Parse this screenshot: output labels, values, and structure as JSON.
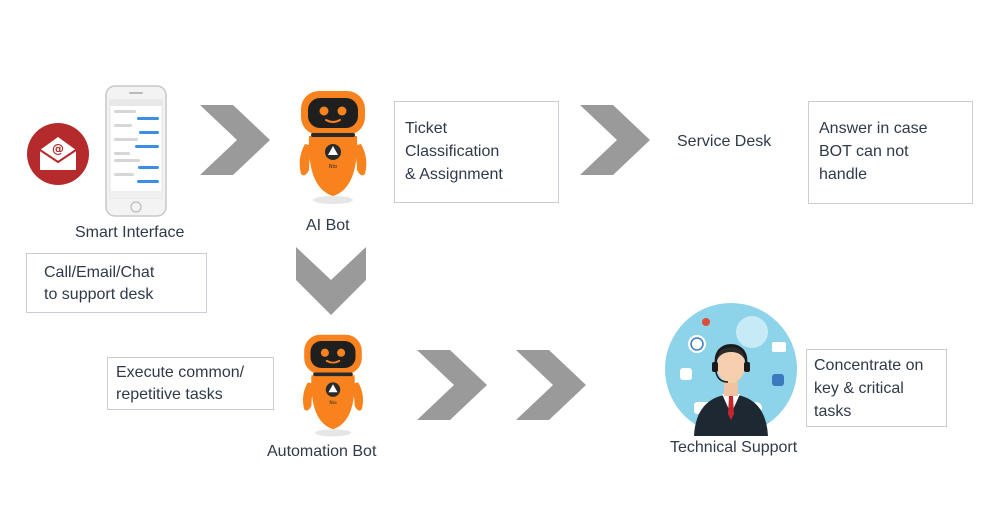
{
  "nodes": {
    "smart_interface": "Smart Interface",
    "ai_bot": "AI Bot",
    "service_desk": "Service Desk",
    "automation_bot": "Automation Bot",
    "technical_support": "Technical Support"
  },
  "boxes": {
    "call_email_chat": [
      "Call/Email/Chat",
      "to support desk"
    ],
    "ticket": [
      "Ticket",
      "Classification",
      "& Assignment"
    ],
    "answer": [
      "Answer in case",
      "BOT can not",
      "handle"
    ],
    "execute": [
      "Execute common/",
      "repetitive tasks"
    ],
    "concentrate": [
      "Concentrate on",
      "key & critical",
      "tasks"
    ]
  },
  "bot_badge_text": "Nio",
  "colors": {
    "arrow": "#9a9a9a",
    "robot_orange": "#f7821e",
    "email_red": "#b52a2b",
    "support_blue": "#8dd3ea",
    "box_border": "#c9ced4",
    "text": "#2f3a48"
  }
}
